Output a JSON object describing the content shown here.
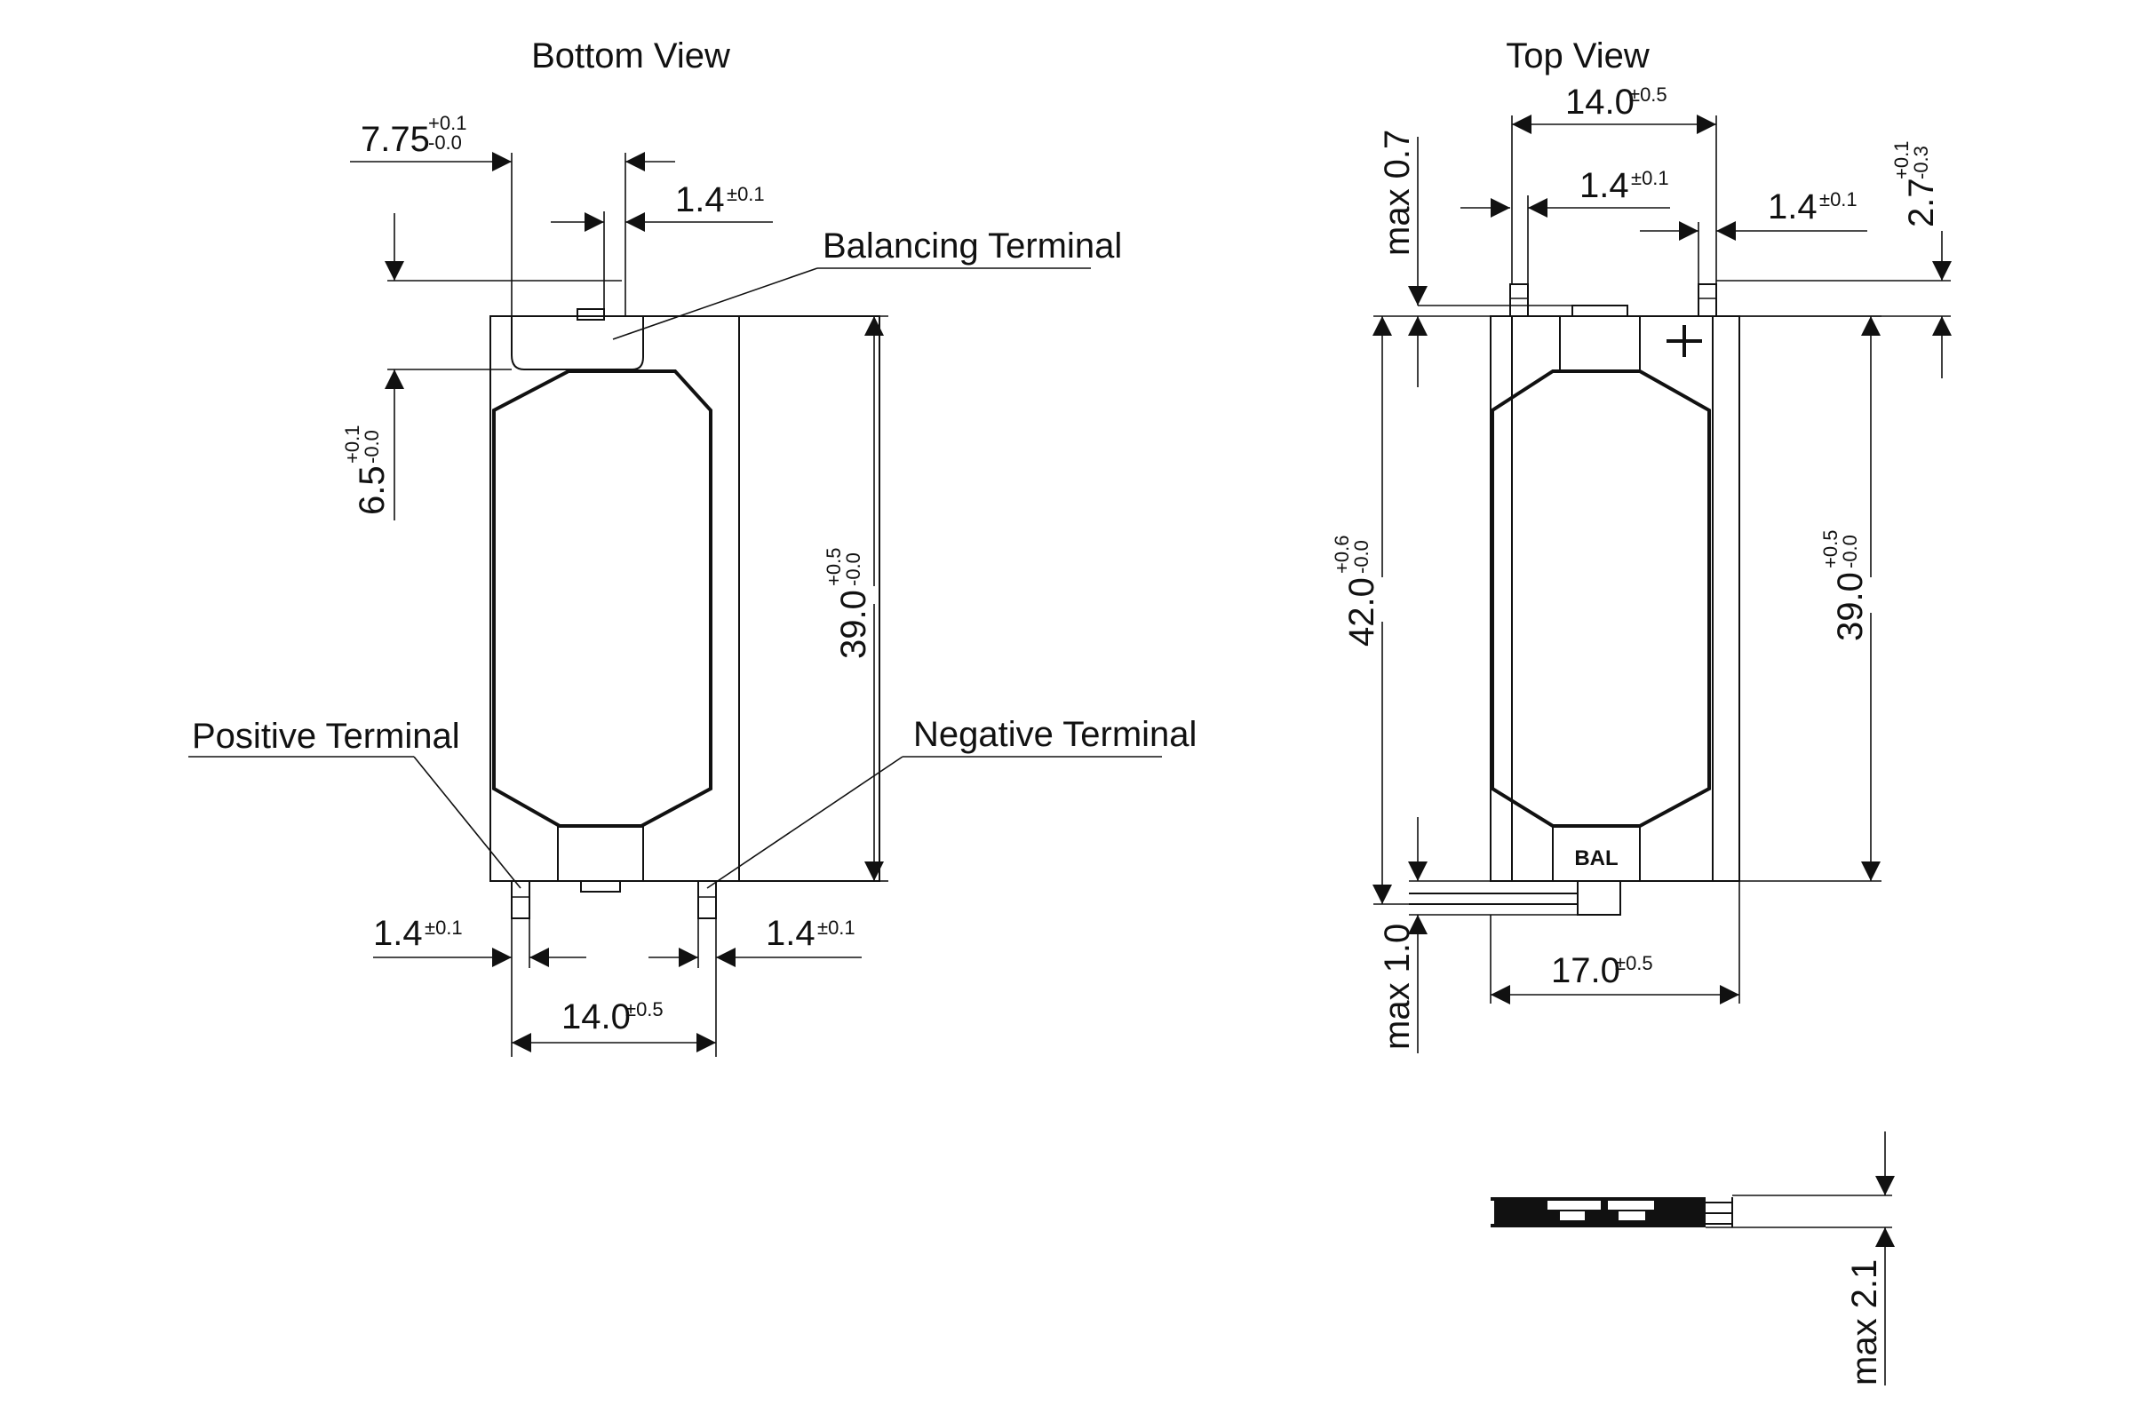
{
  "views": {
    "bottom_title": "Bottom View",
    "top_title": "Top View"
  },
  "labels": {
    "balancing_terminal": "Balancing Terminal",
    "positive_terminal": "Positive Terminal",
    "negative_terminal": "Negative Terminal",
    "bal_mark": "BAL",
    "plus_mark": "+"
  },
  "dims": {
    "bottom_775": {
      "value": "7.75",
      "tol_upper": "+0.1",
      "tol_lower": "-0.0"
    },
    "bottom_14_top": {
      "value": "1.4",
      "tol": "±0.1"
    },
    "bottom_65": {
      "value": "6.5",
      "tol_upper": "+0.1",
      "tol_lower": "-0.0"
    },
    "bottom_390": {
      "value": "39.0",
      "tol_upper": "+0.5",
      "tol_lower": "-0.0"
    },
    "bottom_14_left": {
      "value": "1.4",
      "tol": "±0.1"
    },
    "bottom_14_right": {
      "value": "1.4",
      "tol": "±0.1"
    },
    "bottom_140": {
      "value": "14.0",
      "tol": "±0.5"
    },
    "top_140": {
      "value": "14.0",
      "tol": "±0.5"
    },
    "top_14_left": {
      "value": "1.4",
      "tol": "±0.1"
    },
    "top_14_right": {
      "value": "1.4",
      "tol": "±0.1"
    },
    "top_max07": {
      "value": "max 0.7"
    },
    "top_27": {
      "value": "2.7",
      "tol_upper": "+0.1",
      "tol_lower": "-0.3"
    },
    "top_420": {
      "value": "42.0",
      "tol_upper": "+0.6",
      "tol_lower": "-0.0"
    },
    "top_390": {
      "value": "39.0",
      "tol_upper": "+0.5",
      "tol_lower": "-0.0"
    },
    "top_170": {
      "value": "17.0",
      "tol": "±0.5"
    },
    "top_max10": {
      "value": "max 1.0"
    },
    "side_max21": {
      "value": "max 2.1"
    }
  }
}
